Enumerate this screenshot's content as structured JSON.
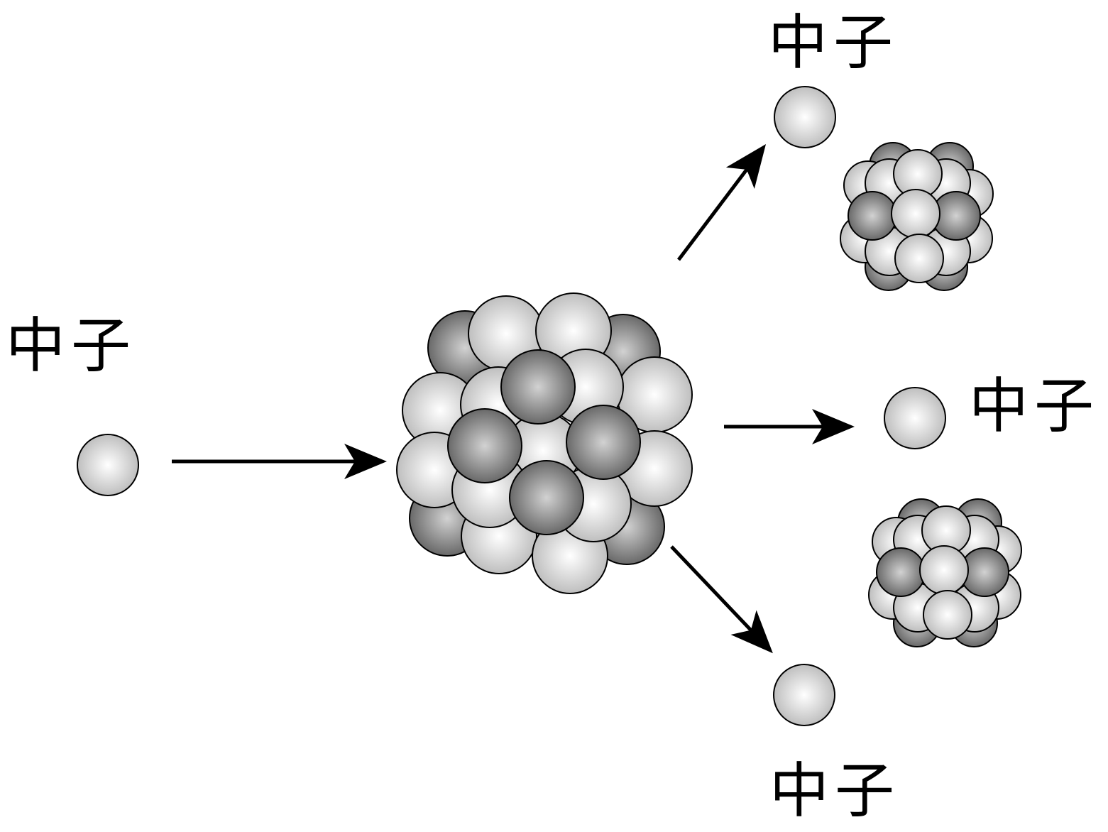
{
  "labels": {
    "incoming_neutron": "中子",
    "outgoing_neutron_top": "中子",
    "outgoing_neutron_middle": "中子",
    "outgoing_neutron_bottom": "中子"
  },
  "colors": {
    "neutron_light": "#e6e6e6",
    "proton_dark": "#808080",
    "outline": "#000000",
    "arrow": "#000000"
  }
}
